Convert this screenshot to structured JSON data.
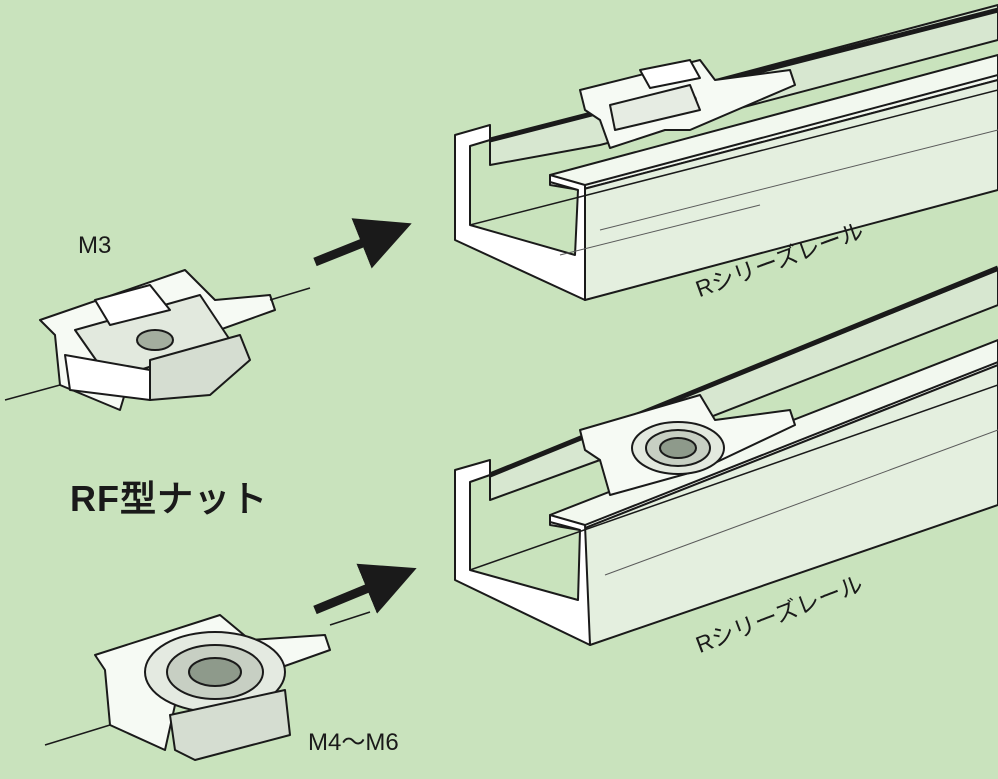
{
  "labels": {
    "nut_type": "RF型ナット",
    "size_small": "M3",
    "size_large": "M4～M6",
    "rail_upper": "Rシリーズレール",
    "rail_lower": "Rシリーズレール"
  },
  "colors": {
    "background": "#c9e3bd",
    "line": "#1a1a1a",
    "metal_light": "#f4f8f2",
    "metal_shade": "#d9e4d6"
  }
}
